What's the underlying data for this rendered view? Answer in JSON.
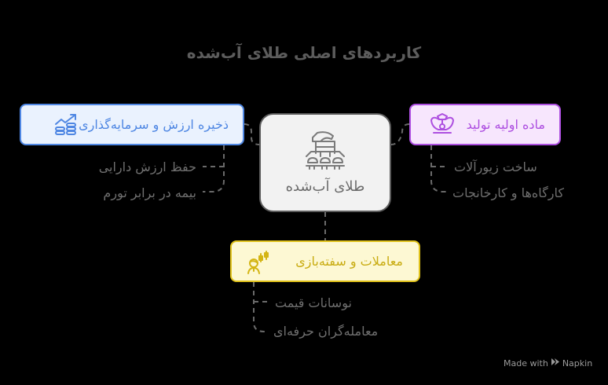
{
  "title": "کاربردهای اصلی طلای آب‌شده",
  "center": {
    "label": "طلای آب‌شده",
    "icon": "gold-smelting-icon"
  },
  "branches": [
    {
      "id": "store",
      "label": "ذخیره ارزش و سرمایه‌گذاری",
      "icon": "investment-growth-icon",
      "color": "#4f87e3",
      "items": [
        "حفظ ارزش دارایی",
        "بیمه در برابر تورم"
      ]
    },
    {
      "id": "raw",
      "label": "ماده اولیه تولید",
      "icon": "jewelry-necklace-icon",
      "color": "#ad4fe0",
      "items": [
        "ساخت زیورآلات",
        "کارگاه‌ها و کارخانجات"
      ]
    },
    {
      "id": "trade",
      "label": "معاملات و سفته‌بازی",
      "icon": "trader-candlestick-icon",
      "color": "#e0c21b",
      "items": [
        "نوسانات قیمت",
        "معامله‌گران حرفه‌ای"
      ]
    }
  ],
  "credit": {
    "made_with": "Made with",
    "brand": "Napkin"
  }
}
